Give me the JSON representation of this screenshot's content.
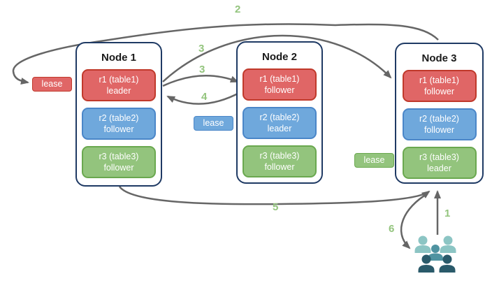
{
  "nodes": [
    {
      "title": "Node 1",
      "replicas": [
        {
          "name": "r1 (table1)",
          "role": "leader",
          "color": "red"
        },
        {
          "name": "r2 (table2)",
          "role": "follower",
          "color": "blue"
        },
        {
          "name": "r3 (table3)",
          "role": "follower",
          "color": "green"
        }
      ]
    },
    {
      "title": "Node 2",
      "replicas": [
        {
          "name": "r1 (table1)",
          "role": "follower",
          "color": "red"
        },
        {
          "name": "r2 (table2)",
          "role": "leader",
          "color": "blue"
        },
        {
          "name": "r3 (table3)",
          "role": "follower",
          "color": "green"
        }
      ]
    },
    {
      "title": "Node 3",
      "replicas": [
        {
          "name": "r1 (table1)",
          "role": "follower",
          "color": "red"
        },
        {
          "name": "r2 (table2)",
          "role": "follower",
          "color": "blue"
        },
        {
          "name": "r3 (table3)",
          "role": "leader",
          "color": "green"
        }
      ]
    }
  ],
  "leases": [
    {
      "label": "lease",
      "color": "red"
    },
    {
      "label": "lease",
      "color": "blue"
    },
    {
      "label": "lease",
      "color": "green"
    }
  ],
  "steps": [
    {
      "num": "1"
    },
    {
      "num": "2"
    },
    {
      "num": "3"
    },
    {
      "num": "3"
    },
    {
      "num": "4"
    },
    {
      "num": "5"
    },
    {
      "num": "6"
    }
  ],
  "icons": {
    "users_group": "users-group-icon"
  },
  "colors": {
    "node_border": "#1f3a64",
    "red_fill": "#e06666",
    "red_border": "#c0392b",
    "blue_fill": "#6fa8dc",
    "blue_border": "#4a86c8",
    "green_fill": "#93c47d",
    "green_border": "#6aa84f",
    "arrow": "#666666",
    "step_label": "#93c47d",
    "people_light": "#8cc5c4",
    "people_mid": "#4f93a1",
    "people_dark": "#2a5a6a",
    "background": "#ffffff",
    "title_text": "#1a1a1a",
    "box_text": "#ffffff"
  }
}
